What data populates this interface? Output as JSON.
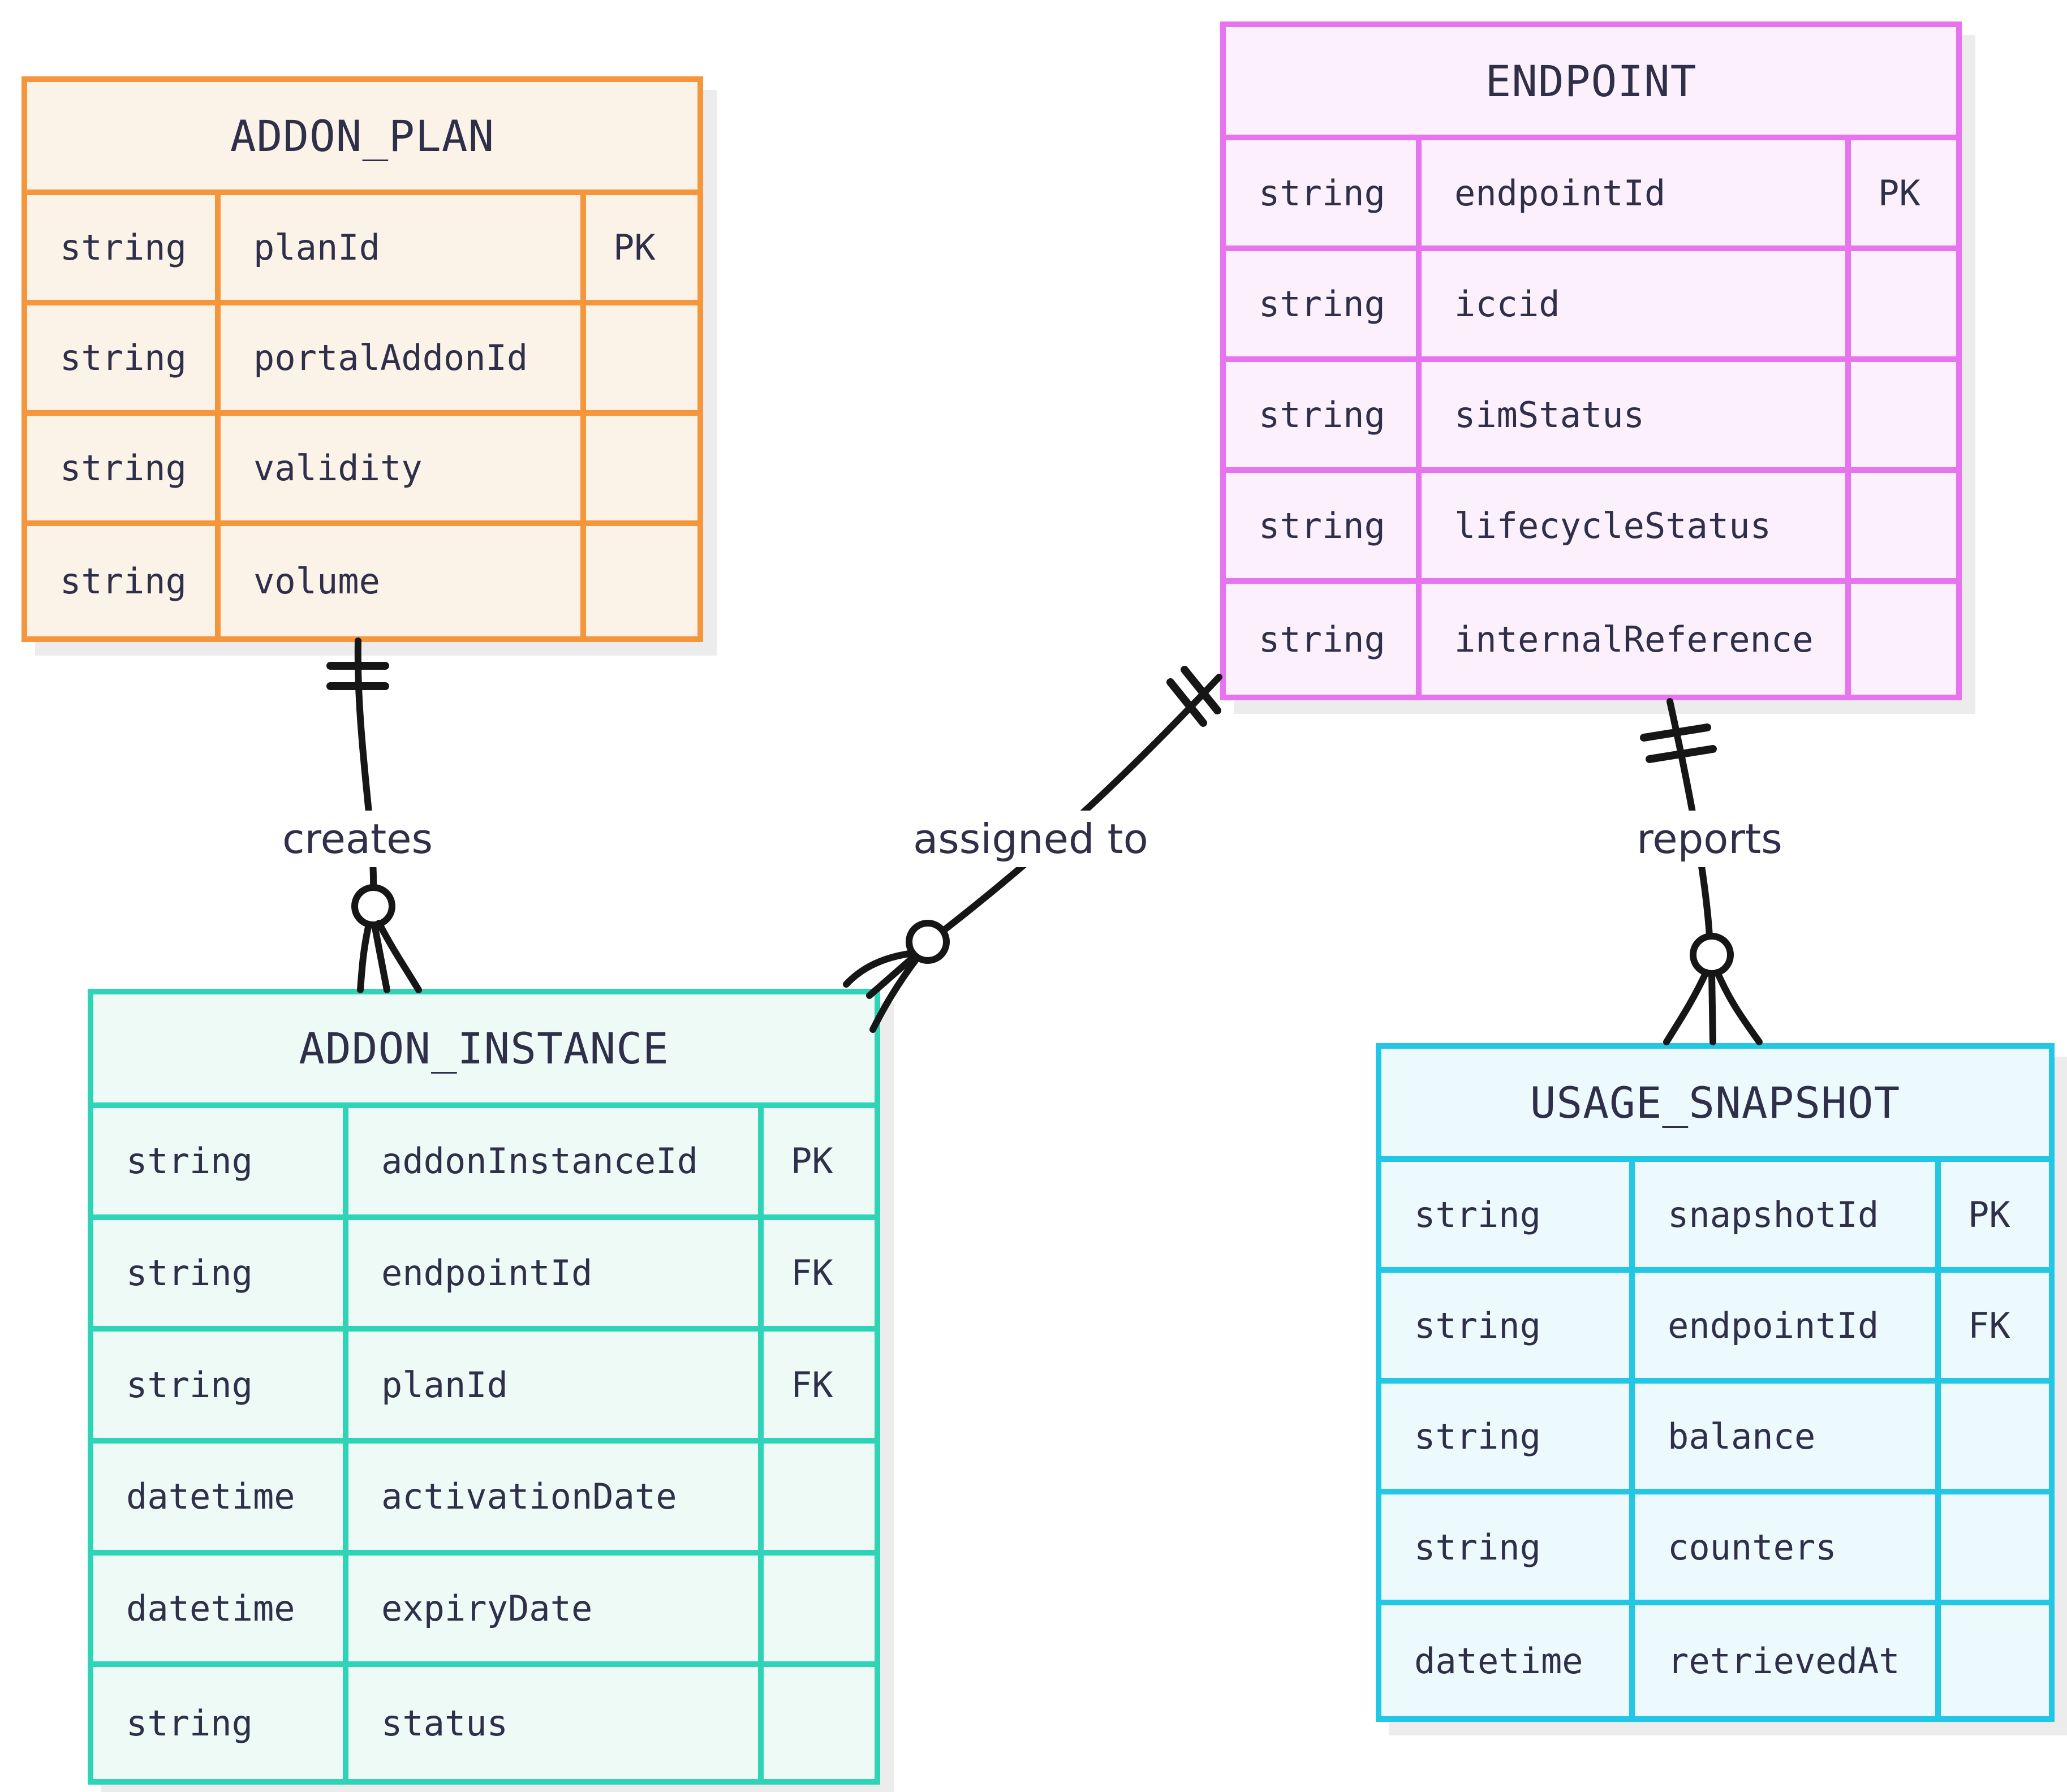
{
  "styles": {
    "background": "#ffffff",
    "edge_color": "#161616",
    "text_color": "#2F2F4A",
    "shadow_color": "#ececec",
    "label_background": "#ffffff"
  },
  "entities": [
    {
      "title": "ADDON_PLAN",
      "border_color": "#F6963C",
      "fill_color": "#FCF3E8",
      "rows": [
        {
          "type": "string",
          "name": "planId",
          "key": "PK"
        },
        {
          "type": "string",
          "name": "portalAddonId",
          "key": ""
        },
        {
          "type": "string",
          "name": "validity",
          "key": ""
        },
        {
          "type": "string",
          "name": "volume",
          "key": ""
        }
      ]
    },
    {
      "title": "ENDPOINT",
      "border_color": "#E873EE",
      "fill_color": "#FDF0FD",
      "rows": [
        {
          "type": "string",
          "name": "endpointId",
          "key": "PK"
        },
        {
          "type": "string",
          "name": "iccid",
          "key": ""
        },
        {
          "type": "string",
          "name": "simStatus",
          "key": ""
        },
        {
          "type": "string",
          "name": "lifecycleStatus",
          "key": ""
        },
        {
          "type": "string",
          "name": "internalReference",
          "key": ""
        }
      ]
    },
    {
      "title": "ADDON_INSTANCE",
      "border_color": "#2FD4B7",
      "fill_color": "#EDFAF6",
      "rows": [
        {
          "type": "string",
          "name": "addonInstanceId",
          "key": "PK"
        },
        {
          "type": "string",
          "name": "endpointId",
          "key": "FK"
        },
        {
          "type": "string",
          "name": "planId",
          "key": "FK"
        },
        {
          "type": "datetime",
          "name": "activationDate",
          "key": ""
        },
        {
          "type": "datetime",
          "name": "expiryDate",
          "key": ""
        },
        {
          "type": "string",
          "name": "status",
          "key": ""
        }
      ]
    },
    {
      "title": "USAGE_SNAPSHOT",
      "border_color": "#22C7E6",
      "fill_color": "#ECFAFD",
      "rows": [
        {
          "type": "string",
          "name": "snapshotId",
          "key": "PK"
        },
        {
          "type": "string",
          "name": "endpointId",
          "key": "FK"
        },
        {
          "type": "string",
          "name": "balance",
          "key": ""
        },
        {
          "type": "string",
          "name": "counters",
          "key": ""
        },
        {
          "type": "datetime",
          "name": "retrievedAt",
          "key": ""
        }
      ]
    }
  ],
  "relationships": [
    {
      "label": "creates",
      "from": "ADDON_PLAN",
      "to": "ADDON_INSTANCE",
      "from_cardinality": "one and only one",
      "to_cardinality": "zero or more"
    },
    {
      "label": "assigned to",
      "from": "ENDPOINT",
      "to": "ADDON_INSTANCE",
      "from_cardinality": "one and only one",
      "to_cardinality": "zero or more"
    },
    {
      "label": "reports",
      "from": "ENDPOINT",
      "to": "USAGE_SNAPSHOT",
      "from_cardinality": "one and only one",
      "to_cardinality": "zero or more"
    }
  ]
}
